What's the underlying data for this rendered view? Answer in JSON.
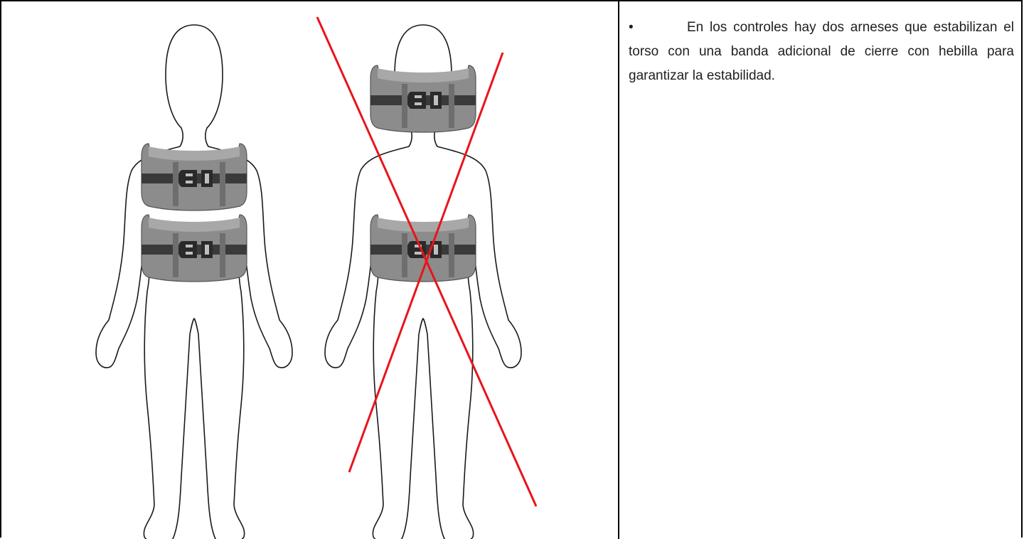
{
  "content": {
    "bullet": "•",
    "text": "En los controles hay dos arneses que estabilizan el torso con una banda adicional de cierre con hebilla para garantizar la estabilidad."
  },
  "figure": {
    "left_panel": "correct-harness-placement",
    "right_panel": "incorrect-harness-placement",
    "cross_color": "#e8141b",
    "harness_color": "#8c8c8c",
    "strap_color": "#3a3a3a"
  }
}
